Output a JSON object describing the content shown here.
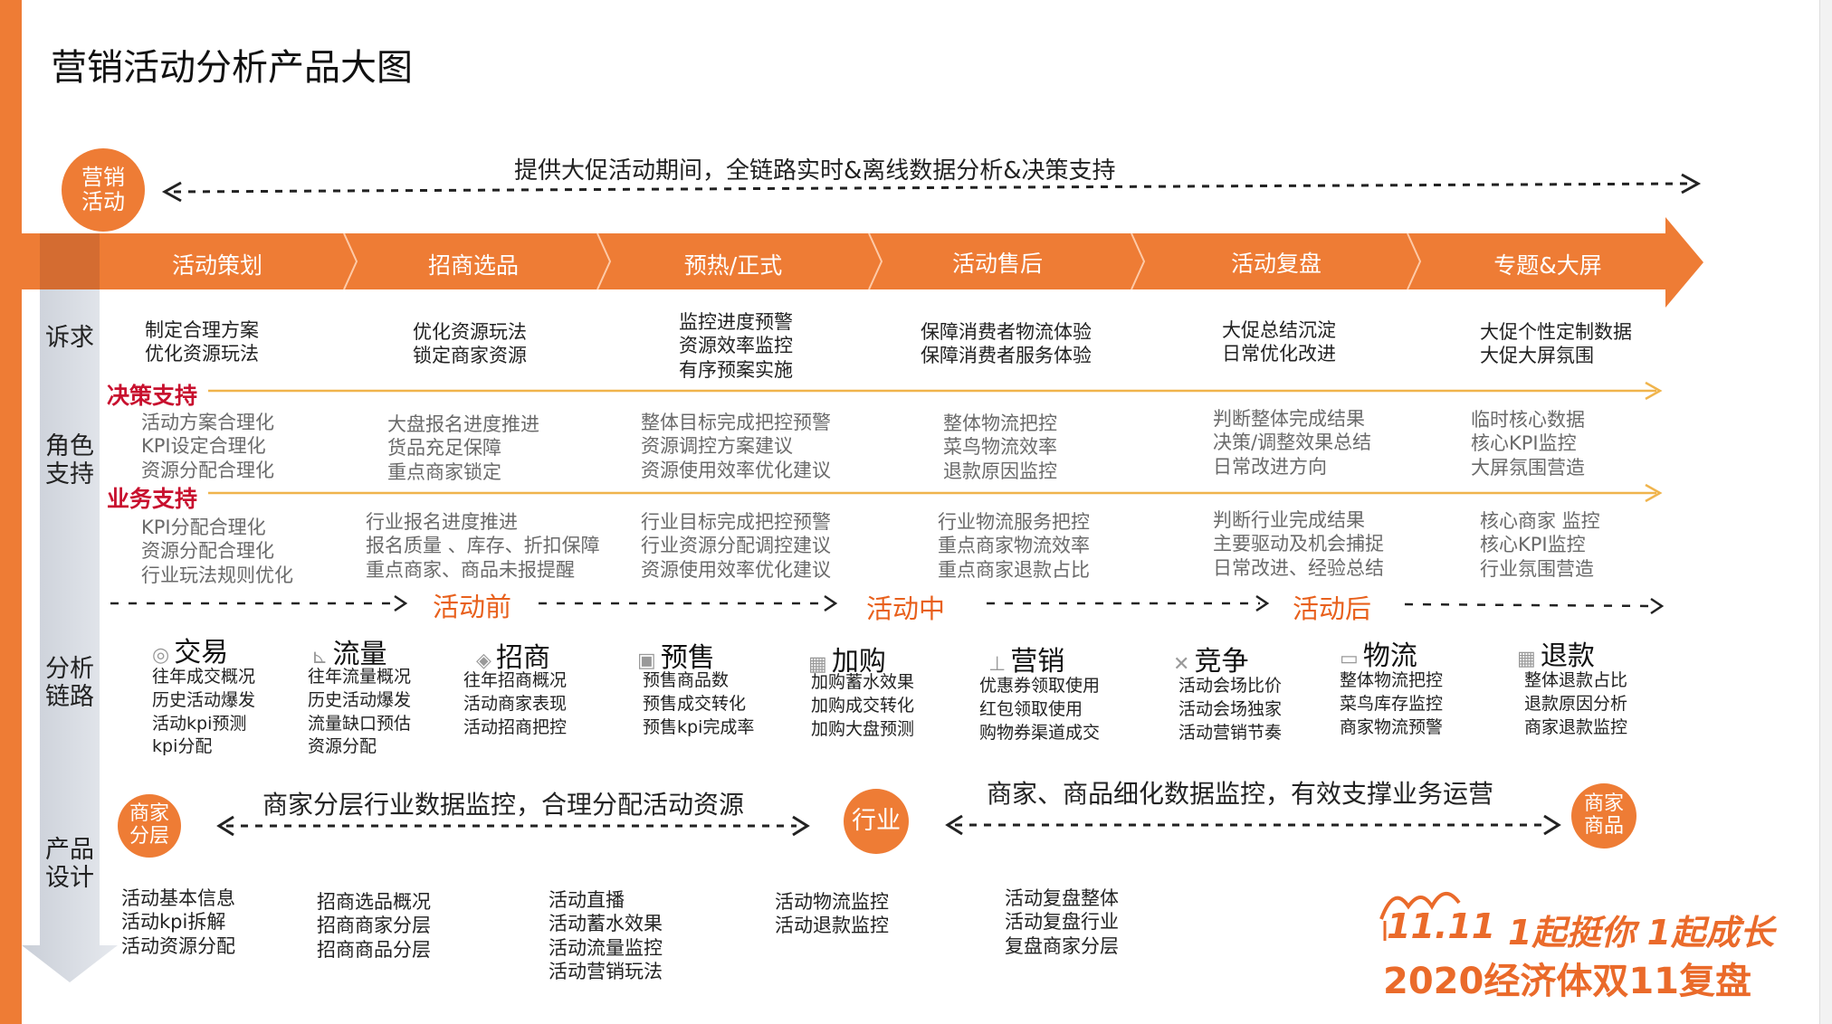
{
  "title": "营销活动分析产品大图",
  "marketing_circle": "营销\n活动",
  "top_tagline": "提供大促活动期间，全链路实时&离线数据分析&决策支持",
  "phases": [
    "活动策划",
    "招商选品",
    "预热/正式",
    "活动售后",
    "活动复盘",
    "专题&大屏"
  ],
  "row_labels": {
    "demands": "诉求",
    "roles": "角色\n支持",
    "analysis": "分析\n链路",
    "product": "产品\n设计"
  },
  "demands": [
    "制定合理方案\n优化资源玩法",
    "优化资源玩法\n锁定商家资源",
    "监控进度预警\n资源效率监控\n有序预案实施",
    "保障消费者物流体验\n保障消费者服务体验",
    "大促总结沉淀\n日常优化改进",
    "大促个性定制数据\n大促大屏氛围"
  ],
  "decision_label": "决策支持",
  "decision_items": [
    "活动方案合理化\nKPI设定合理化\n资源分配合理化",
    "大盘报名进度推进\n货品充足保障\n重点商家锁定",
    "整体目标完成把控预警\n资源调控方案建议\n资源使用效率优化建议",
    "整体物流把控\n菜鸟物流效率\n退款原因监控",
    "判断整体完成结果\n决策/调整效果总结\n日常改进方向",
    "临时核心数据\n核心KPI监控\n大屏氛围营造"
  ],
  "business_label": "业务支持",
  "business_items": [
    "KPI分配合理化\n资源分配合理化\n行业玩法规则优化",
    "行业报名进度推进\n报名质量 、库存、折扣保障\n重点商家、商品未报提醒",
    "行业目标完成把控预警\n行业资源分配调控建议\n资源使用效率优化建议",
    "行业物流服务把控\n重点商家物流效率\n重点商家退款占比",
    "判断行业完成结果\n主要驱动及机会捕捉\n日常改进、经验总结",
    "核心商家 监控\n核心KPI监控\n行业氛围营造"
  ],
  "stages": [
    "活动前",
    "活动中",
    "活动后"
  ],
  "chain": [
    {
      "icon": "transaction-icon",
      "glyph": "◎",
      "title": "交易",
      "items": "往年成交概况\n历史活动爆发\n活动kpi预测\nkpi分配"
    },
    {
      "icon": "traffic-icon",
      "glyph": "⊾",
      "title": "流量",
      "items": "往年流量概况\n历史活动爆发\n流量缺口预估\n资源分配"
    },
    {
      "icon": "merchant-icon",
      "glyph": "◈",
      "title": "招商",
      "items": "往年招商概况\n活动商家表现\n活动招商把控"
    },
    {
      "icon": "presale-icon",
      "glyph": "▣",
      "title": "预售",
      "items": "预售商品数\n预售成交转化\n预售kpi完成率"
    },
    {
      "icon": "add-to-cart-icon",
      "glyph": "▦",
      "title": "加购",
      "items": "加购蓄水效果\n加购成交转化\n加购大盘预测"
    },
    {
      "icon": "marketing-icon",
      "glyph": "⊥",
      "title": "营销",
      "items": "优惠券领取使用\n红包领取使用\n购物券渠道成交"
    },
    {
      "icon": "competition-icon",
      "glyph": "✕",
      "title": "竞争",
      "items": "活动会场比价\n活动会场独家\n活动营销节奏"
    },
    {
      "icon": "logistics-icon",
      "glyph": "▭",
      "title": "物流",
      "items": "整体物流把控\n菜鸟库存监控\n商家物流预警"
    },
    {
      "icon": "refund-icon",
      "glyph": "▦",
      "title": "退款",
      "items": "整体退款占比\n退款原因分析\n商家退款监控"
    }
  ],
  "product": {
    "layer_circle": "商家\n分层",
    "industry_circle": "行业",
    "goods_circle": "商家\n商品",
    "left_tagline": "商家分层行业数据监控，合理分配活动资源",
    "right_tagline": "商家、商品细化数据监控，有效支撑业务运营",
    "items": [
      "活动基本信息\n活动kpi拆解\n活动资源分配",
      "招商选品概况\n招商商家分层\n招商商品分层",
      "活动直播\n活动蓄水效果\n活动流量监控\n活动营销玩法",
      "活动物流监控\n活动退款监控",
      "活动复盘整体\n活动复盘行业\n复盘商家分层"
    ]
  },
  "banner": {
    "logo_text": "11.11",
    "slogan": "1起挺你 1起成长",
    "subtitle": "2020经济体双11复盘"
  },
  "colors": {
    "accent": "#ee7c35",
    "red": "#c8102e",
    "gold": "#f0b44c",
    "gray_strip": "#d9dde4"
  }
}
